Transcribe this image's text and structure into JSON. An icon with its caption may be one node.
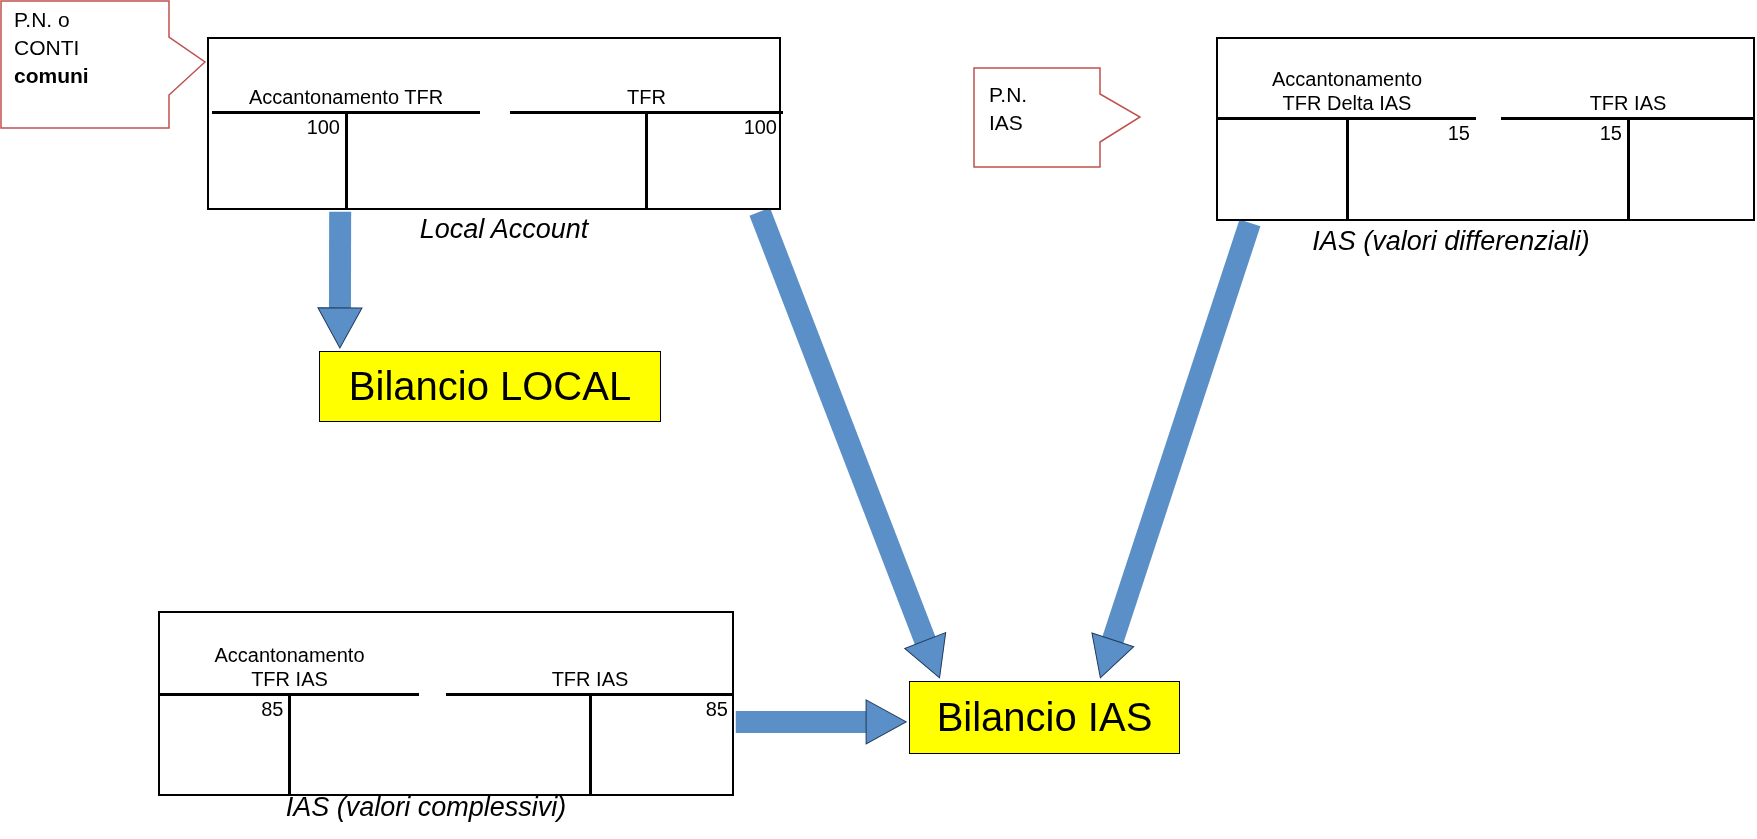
{
  "diagram": {
    "nodes": [
      {
        "text": [
          "P.N. o CONTI **comuni**"
        ]
      },
      {
        "text": [],
        "shape": "box",
        "beside": [
          "Local Account"
        ]
      },
      {
        "text": [
          "Accantonamento TFR",
          "100"
        ],
        "in": 1
      },
      {
        "text": [
          "TFR",
          "100"
        ],
        "in": 1
      },
      {
        "text": [
          "P.N. IAS"
        ]
      },
      {
        "text": [],
        "shape": "box",
        "beside": [
          "IAS (valori differenziali)"
        ]
      },
      {
        "text": [
          "Accantonamento TFR Delta IAS",
          "15"
        ],
        "in": 5
      },
      {
        "text": [
          "TFR IAS",
          "15"
        ],
        "in": 5
      },
      {
        "text": [
          "Bilancio LOCAL"
        ]
      },
      {
        "text": [],
        "shape": "box",
        "beside": [
          "IAS (valori complessivi)"
        ]
      },
      {
        "text": [
          "Accantonamento TFR IAS",
          "85"
        ],
        "in": 9
      },
      {
        "text": [
          "TFR IAS",
          "85"
        ],
        "in": 9
      },
      {
        "text": [
          "Bilancio IAS"
        ]
      }
    ],
    "edges": [
      {
        "from": 1,
        "to": 8,
        "arrow": "to"
      },
      {
        "from": 1,
        "to": 12,
        "arrow": "to"
      },
      {
        "from": 5,
        "to": 12,
        "arrow": "to"
      },
      {
        "from": 9,
        "to": 12,
        "arrow": "to"
      }
    ]
  }
}
